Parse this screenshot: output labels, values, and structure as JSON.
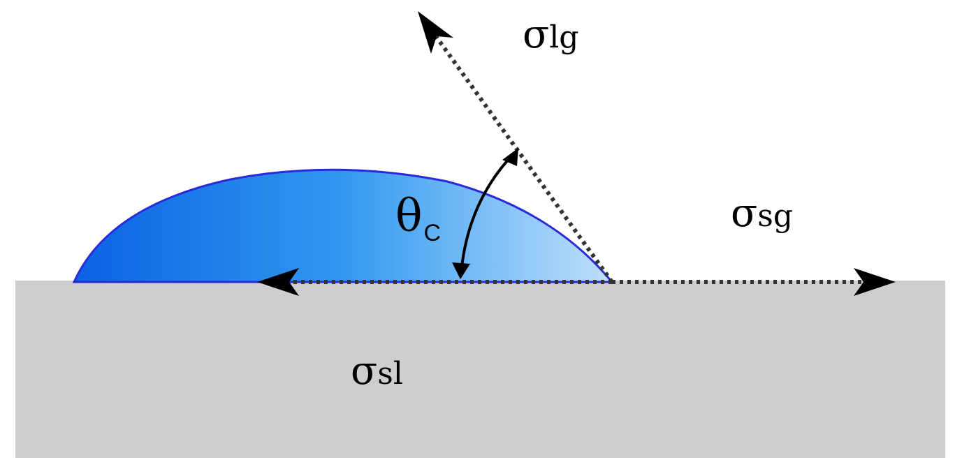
{
  "labels": {
    "sigma_lg": {
      "symbol": "σ",
      "sub": "lg"
    },
    "sigma_sg": {
      "symbol": "σ",
      "sub": "sg"
    },
    "sigma_sl": {
      "symbol": "σ",
      "sub": "sl"
    },
    "theta_c": {
      "symbol": "θ",
      "sub": "C"
    }
  },
  "colors": {
    "substrate": "#cecece",
    "droplet_dark": "#0a62e4",
    "droplet_mid": "#3199f0",
    "droplet_light": "#bfe0fb",
    "droplet_outline": "#2a2ad8",
    "vector": "#333333",
    "arrowhead": "#000000"
  }
}
